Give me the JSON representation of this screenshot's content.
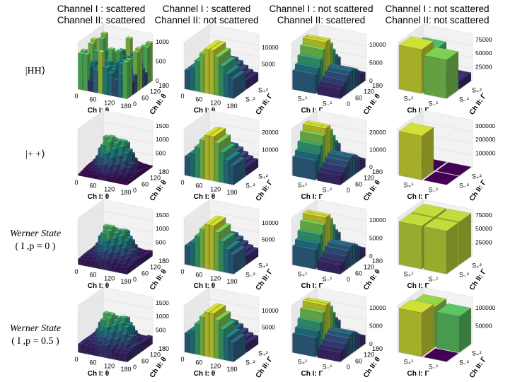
{
  "columns": [
    {
      "line1": "Channel I : scattered",
      "line2": "Channel II: scattered"
    },
    {
      "line1": "Channel I : scattered",
      "line2": "Channel II: not scattered"
    },
    {
      "line1": "Channel I : not scattered",
      "line2": "Channel II: scattered"
    },
    {
      "line1": "Channel I : not scattered",
      "line2": "Channel II: not scattered"
    }
  ],
  "rows": [
    {
      "line1": "|HH⟩",
      "line2": ""
    },
    {
      "line1": "|+ +⟩",
      "line2": ""
    },
    {
      "line1": "Werner State",
      "line2": "( I ,p = 0 )"
    },
    {
      "line1": "Werner State",
      "line2": "( I ,p = 0.5 )"
    }
  ],
  "colors": {
    "low": "#440154",
    "mid": "#21908d",
    "high": "#fde725",
    "pane": "#f2f2f2",
    "grid": "#d6d6d6"
  },
  "chart_data": [
    {
      "id": "r1c1",
      "type": "3d-bar",
      "x_kind": "theta",
      "y_kind": "theta",
      "xlabel": "Ch I: θ",
      "ylabel": "Ch II: θ",
      "xticks": [
        "0",
        "60",
        "120",
        "180"
      ],
      "yticks": [
        "180",
        "120",
        "60",
        "0"
      ],
      "zticks": [
        "0",
        "500",
        "1000"
      ],
      "zlim": [
        0,
        1200
      ],
      "pattern": "cross",
      "peak": 1150,
      "base": 0.25
    },
    {
      "id": "r1c2",
      "type": "3d-bar",
      "x_kind": "theta",
      "y_kind": "gamma2",
      "xlabel": "Ch I: θ",
      "ylabel": "Ch II: Γ",
      "xticks": [
        "0",
        "60",
        "120",
        "180"
      ],
      "yticks": [
        "S₊²",
        "S₋²"
      ],
      "zticks": [
        "5000",
        "10000"
      ],
      "zlim": [
        0,
        14000
      ],
      "pattern": "gamma",
      "peak": 13500
    },
    {
      "id": "r1c3",
      "type": "3d-bar",
      "x_kind": "gamma1",
      "y_kind": "theta",
      "xlabel": "Ch I: Γ",
      "ylabel": "Ch II: θ",
      "xticks": [
        "S₊¹",
        "S₋¹"
      ],
      "yticks": [
        "180",
        "120",
        "60",
        "0"
      ],
      "zticks": [
        "0",
        "5000",
        "10000"
      ],
      "zlim": [
        0,
        13000
      ],
      "pattern": "gamma",
      "peak": 12500
    },
    {
      "id": "r1c4",
      "type": "3d-bar",
      "x_kind": "gamma1",
      "y_kind": "gamma2",
      "xlabel": "Ch I: Γ",
      "ylabel": "Ch II: Γ",
      "xticks": [
        "S₊¹",
        "S₋¹"
      ],
      "yticks": [
        "S₊²",
        "S₋²"
      ],
      "zticks": [
        "25000",
        "50000",
        "75000"
      ],
      "zlim": [
        0,
        85000
      ],
      "cells": [
        [
          80000,
          62000
        ],
        [
          70000,
          15000
        ]
      ]
    },
    {
      "id": "r2c1",
      "type": "3d-bar",
      "x_kind": "theta",
      "y_kind": "theta",
      "xlabel": "Ch I: θ",
      "ylabel": "Ch II: θ",
      "xticks": [
        "0",
        "60",
        "120",
        "180"
      ],
      "yticks": [
        "180",
        "120",
        "60",
        "0"
      ],
      "zticks": [
        "500",
        "1000",
        "1500"
      ],
      "zlim": [
        0,
        1700
      ],
      "pattern": "gauss",
      "peak": 1650,
      "base": 0.02
    },
    {
      "id": "r2c2",
      "type": "3d-bar",
      "x_kind": "theta",
      "y_kind": "gamma2",
      "xlabel": "Ch I: θ",
      "ylabel": "Ch II: Γ",
      "xticks": [
        "0",
        "60",
        "120",
        "180"
      ],
      "yticks": [
        "S₊²",
        "S₋²"
      ],
      "zticks": [
        "10000",
        "20000"
      ],
      "zlim": [
        0,
        27000
      ],
      "pattern": "gamma",
      "peak": 26000
    },
    {
      "id": "r2c3",
      "type": "3d-bar",
      "x_kind": "gamma1",
      "y_kind": "theta",
      "xlabel": "Ch I: Γ",
      "ylabel": "Ch II: θ",
      "xticks": [
        "S₊¹",
        "S₋¹"
      ],
      "yticks": [
        "180",
        "120",
        "60",
        "0"
      ],
      "zticks": [
        "0",
        "10000",
        "20000"
      ],
      "zlim": [
        0,
        27000
      ],
      "pattern": "gamma",
      "peak": 26000
    },
    {
      "id": "r2c4",
      "type": "3d-bar",
      "x_kind": "gamma1",
      "y_kind": "gamma2",
      "xlabel": "Ch I: Γ",
      "ylabel": "Ch II: Γ",
      "xticks": [
        "S₊¹",
        "S₋¹"
      ],
      "yticks": [
        "S₊²",
        "S₋²"
      ],
      "zticks": [
        "100000",
        "200000",
        "300000"
      ],
      "zlim": [
        0,
        340000
      ],
      "cells": [
        [
          320000,
          0
        ],
        [
          0,
          0
        ]
      ]
    },
    {
      "id": "r3c1",
      "type": "3d-bar",
      "x_kind": "theta",
      "y_kind": "theta",
      "xlabel": "Ch I: θ",
      "ylabel": "Ch II: θ",
      "xticks": [
        "0",
        "60",
        "120",
        "180"
      ],
      "yticks": [
        "180",
        "120",
        "60",
        "0"
      ],
      "zticks": [
        "500",
        "1000",
        "1500"
      ],
      "zlim": [
        0,
        1700
      ],
      "pattern": "gauss",
      "peak": 1600,
      "base": 0.12
    },
    {
      "id": "r3c2",
      "type": "3d-bar",
      "x_kind": "theta",
      "y_kind": "gamma2",
      "xlabel": "Ch I: θ",
      "ylabel": "Ch II: Γ",
      "xticks": [
        "0",
        "60",
        "120",
        "180"
      ],
      "yticks": [
        "S₊²",
        "S₋²"
      ],
      "zticks": [
        "5000",
        "10000"
      ],
      "zlim": [
        0,
        14000
      ],
      "pattern": "gamma",
      "peak": 13500
    },
    {
      "id": "r3c3",
      "type": "3d-bar",
      "x_kind": "gamma1",
      "y_kind": "theta",
      "xlabel": "Ch I: Γ",
      "ylabel": "Ch II: θ",
      "xticks": [
        "S₊¹",
        "S₋¹"
      ],
      "yticks": [
        "180",
        "120",
        "60",
        "0"
      ],
      "zticks": [
        "0",
        "5000",
        "10000"
      ],
      "zlim": [
        0,
        13000
      ],
      "pattern": "gamma",
      "peak": 12500
    },
    {
      "id": "r3c4",
      "type": "3d-bar",
      "x_kind": "gamma1",
      "y_kind": "gamma2",
      "xlabel": "Ch I: Γ",
      "ylabel": "Ch II: Γ",
      "xticks": [
        "S₊¹",
        "S₋¹"
      ],
      "yticks": [
        "S₊²",
        "S₋²"
      ],
      "zticks": [
        "25000",
        "50000",
        "75000"
      ],
      "zlim": [
        0,
        85000
      ],
      "cells": [
        [
          78000,
          78000
        ],
        [
          78000,
          78000
        ]
      ]
    },
    {
      "id": "r4c1",
      "type": "3d-bar",
      "x_kind": "theta",
      "y_kind": "theta",
      "xlabel": "Ch I: θ",
      "ylabel": "Ch II: θ",
      "xticks": [
        "0",
        "60",
        "120",
        "180"
      ],
      "yticks": [
        "180",
        "120",
        "60",
        "0"
      ],
      "zticks": [
        "500",
        "1000",
        "1500"
      ],
      "zlim": [
        0,
        1700
      ],
      "pattern": "gauss",
      "peak": 1600,
      "base": 0.18
    },
    {
      "id": "r4c2",
      "type": "3d-bar",
      "x_kind": "theta",
      "y_kind": "gamma2",
      "xlabel": "Ch I: θ",
      "ylabel": "Ch II: Γ",
      "xticks": [
        "0",
        "60",
        "120",
        "180"
      ],
      "yticks": [
        "S₊²",
        "S₋²"
      ],
      "zticks": [
        "5000",
        "10000"
      ],
      "zlim": [
        0,
        14000
      ],
      "pattern": "gamma",
      "peak": 13500
    },
    {
      "id": "r4c3",
      "type": "3d-bar",
      "x_kind": "gamma1",
      "y_kind": "theta",
      "xlabel": "Ch I: Γ",
      "ylabel": "Ch II: θ",
      "xticks": [
        "S₊¹",
        "S₋¹"
      ],
      "yticks": [
        "180",
        "120",
        "60",
        "0"
      ],
      "zticks": [
        "0",
        "5000",
        "10000"
      ],
      "zlim": [
        0,
        13000
      ],
      "pattern": "gamma",
      "peak": 12500
    },
    {
      "id": "r4c4",
      "type": "3d-bar",
      "x_kind": "gamma1",
      "y_kind": "gamma2",
      "xlabel": "Ch I: Γ",
      "ylabel": "Ch II: Γ",
      "xticks": [
        "S₊¹",
        "S₋¹"
      ],
      "yticks": [
        "S₊²",
        "S₋²"
      ],
      "zticks": [
        "50000",
        "100000"
      ],
      "zlim": [
        0,
        130000
      ],
      "cells": [
        [
          122000,
          112000
        ],
        [
          0,
          100000
        ]
      ]
    }
  ]
}
